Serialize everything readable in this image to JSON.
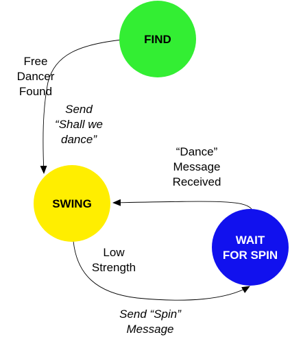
{
  "states": {
    "find": {
      "label": "FIND",
      "color": "#33ee33",
      "text_color": "#000000"
    },
    "swing": {
      "label": "SWING",
      "color": "#ffee00",
      "text_color": "#000000"
    },
    "wait": {
      "line1": "WAIT",
      "line2": "FOR SPIN",
      "color": "#1111ee",
      "text_color": "#ffffff"
    }
  },
  "transitions": {
    "find_to_swing": {
      "condition": [
        "Free",
        "Dancer",
        "Found"
      ],
      "action": [
        "Send",
        "“Shall we",
        "dance”"
      ]
    },
    "wait_to_swing": {
      "condition": [
        "“Dance”",
        "Message",
        "Received"
      ]
    },
    "swing_to_wait": {
      "condition": [
        "Low",
        "Strength"
      ],
      "action": [
        "Send “Spin”",
        "Message"
      ]
    }
  },
  "colors": {
    "edge": "#000000",
    "background": "#ffffff"
  }
}
